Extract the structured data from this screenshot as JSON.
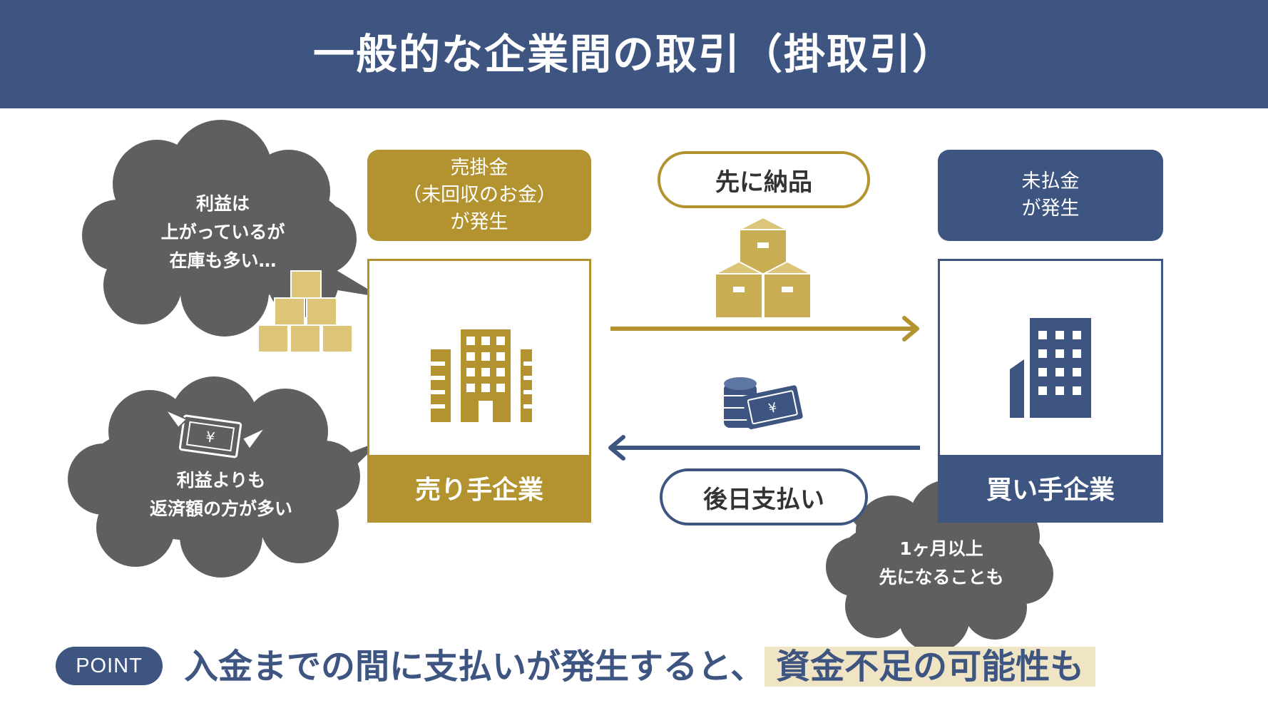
{
  "title": "一般的な企業間の取引（掛取引）",
  "seller": {
    "status_lines": [
      "売掛金",
      "（未回収のお金）",
      "が発生"
    ],
    "name": "売り手企業"
  },
  "buyer": {
    "status_lines": [
      "未払金",
      "が発生"
    ],
    "name": "買い手企業"
  },
  "flow": {
    "delivery_label": "先に納品",
    "payment_label": "後日支払い"
  },
  "bubbles": {
    "inventory": [
      "利益は",
      "上がっているが",
      "在庫も多い…"
    ],
    "repayment": [
      "利益よりも",
      "返済額の方が多い"
    ],
    "delay": [
      "1ヶ月以上",
      "先になることも"
    ]
  },
  "point": {
    "badge": "POINT",
    "text": "入金までの間に支払いが発生すると、",
    "highlight": "資金不足の可能性も"
  },
  "colors": {
    "navy": "#3d5580",
    "gold": "#b39330",
    "cloud": "#5f5f5f",
    "highlight": "#efe4c4"
  },
  "icons": {
    "seller": "office-building-icon",
    "buyer": "office-building-icon",
    "goods": "cardboard-boxes-icon",
    "money": "coins-and-banknote-icon",
    "flying_money": "flying-yen-banknote-icon"
  }
}
